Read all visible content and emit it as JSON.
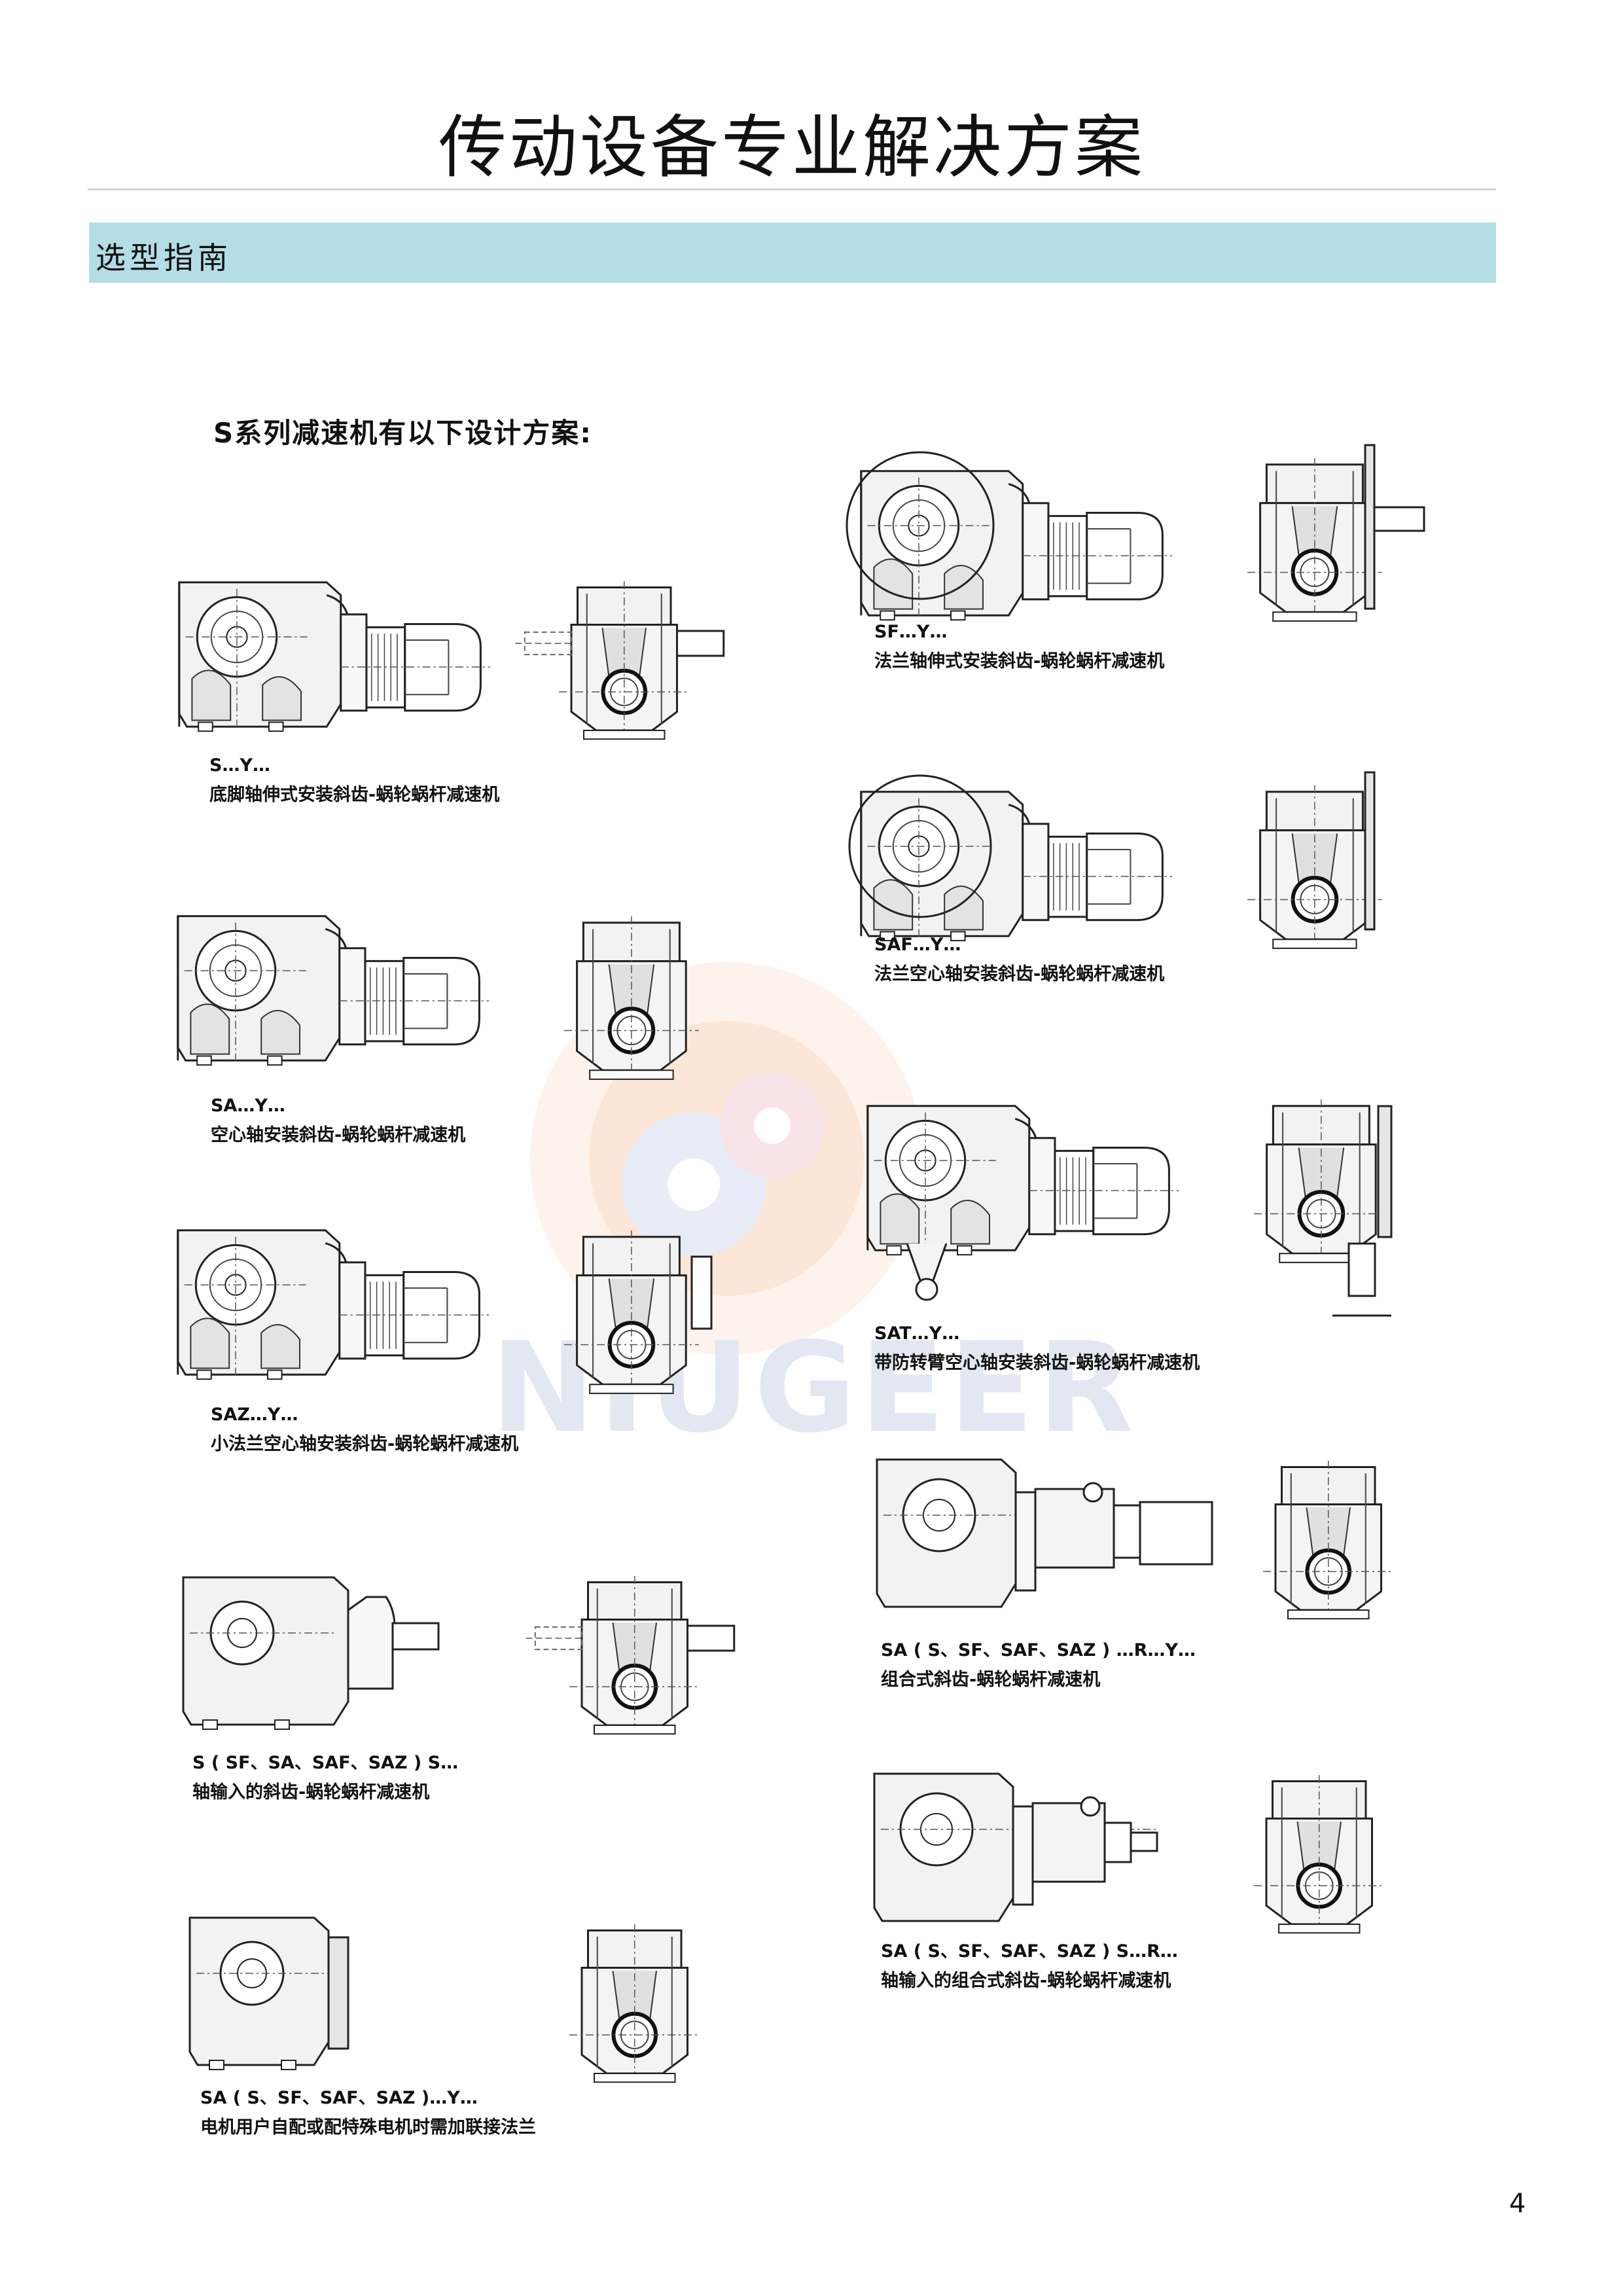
{
  "header": {
    "title": "传动设备专业解决方案"
  },
  "section": {
    "label": "选型指南"
  },
  "intro": "S系列减速机有以下设计方案:",
  "watermark": {
    "text": "NIUGEER"
  },
  "designs": [
    {
      "code": "S…Y…",
      "desc": "底脚轴伸式安装斜齿-蜗轮蜗杆减速机"
    },
    {
      "code": "SA…Y…",
      "desc": "空心轴安装斜齿-蜗轮蜗杆减速机"
    },
    {
      "code": "SAZ…Y…",
      "desc": "小法兰空心轴安装斜齿-蜗轮蜗杆减速机"
    },
    {
      "code": "S ( SF、SA、SAF、SAZ ) S…",
      "desc": "轴输入的斜齿-蜗轮蜗杆减速机"
    },
    {
      "code": "SA ( S、SF、SAF、SAZ )…Y…",
      "desc": "电机用户自配或配特殊电机时需加联接法兰"
    },
    {
      "code": "SF…Y…",
      "desc": "法兰轴伸式安装斜齿-蜗轮蜗杆减速机"
    },
    {
      "code": "SAF…Y…",
      "desc": "法兰空心轴安装斜齿-蜗轮蜗杆减速机"
    },
    {
      "code": "SAT…Y…",
      "desc": "带防转臂空心轴安装斜齿-蜗轮蜗杆减速机"
    },
    {
      "code": "SA ( S、SF、SAF、SAZ ) …R…Y…",
      "desc": "组合式斜齿-蜗轮蜗杆减速机"
    },
    {
      "code": "SA ( S、SF、SAF、SAZ ) S…R…",
      "desc": "轴输入的组合式斜齿-蜗轮蜗杆减速机"
    }
  ],
  "page_number": "4"
}
